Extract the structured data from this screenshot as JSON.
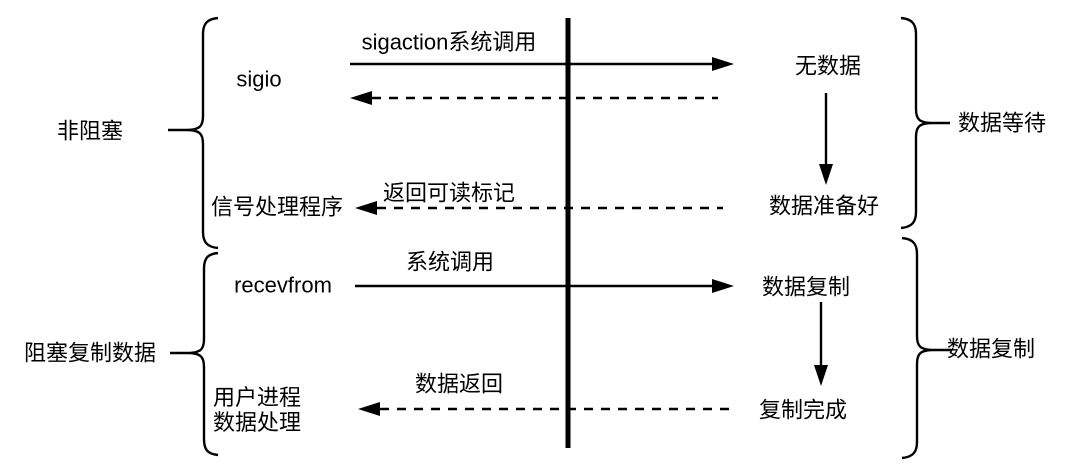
{
  "colors": {
    "line": "#000000",
    "background": "#ffffff"
  },
  "diagram": {
    "left_brackets": [
      {
        "label": "非阻塞"
      },
      {
        "label": "阻塞复制数据"
      }
    ],
    "right_brackets": [
      {
        "label": "数据等待"
      },
      {
        "label": "数据复制"
      }
    ],
    "left_nodes": {
      "sigio": "sigio",
      "signal_handler": "信号处理程序",
      "recevfrom": "recevfrom",
      "user_process_line1": "用户进程",
      "user_process_line2": "数据处理"
    },
    "right_nodes": {
      "no_data": "无数据",
      "data_ready": "数据准备好",
      "data_copying": "数据复制",
      "copy_complete": "复制完成"
    },
    "arrow_labels": {
      "sigaction_syscall": "sigaction系统调用",
      "return_readable_flag": "返回可读标记",
      "syscall": "系统调用",
      "data_return": "数据返回"
    }
  }
}
